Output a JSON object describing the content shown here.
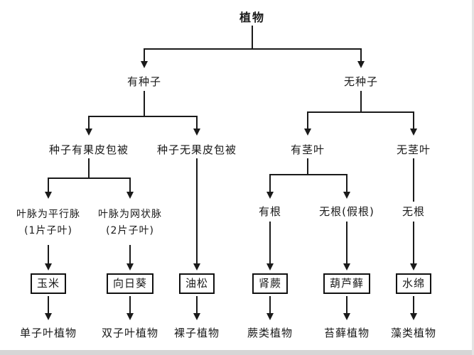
{
  "diagram": {
    "root": {
      "label": "植物"
    },
    "level2": [
      {
        "label": "有种子"
      },
      {
        "label": "无种子"
      }
    ],
    "level3": [
      {
        "label": "种子有果皮包被"
      },
      {
        "label": "种子无果皮包被"
      },
      {
        "label": "有茎叶"
      },
      {
        "label": "无茎叶"
      }
    ],
    "level4": [
      {
        "label": "叶脉为平行脉",
        "sub": "(1片子叶)"
      },
      {
        "label": "叶脉为网状脉",
        "sub": "(2片子叶)"
      },
      {
        "label": "有根"
      },
      {
        "label": "无根(假根)"
      },
      {
        "label": "无根"
      }
    ],
    "examples": [
      {
        "label": "玉米"
      },
      {
        "label": "向日葵"
      },
      {
        "label": "油松"
      },
      {
        "label": "肾蕨"
      },
      {
        "label": "葫芦藓"
      },
      {
        "label": "水绵"
      }
    ],
    "groups": [
      {
        "label": "单子叶植物"
      },
      {
        "label": "双子叶植物"
      },
      {
        "label": "裸子植物"
      },
      {
        "label": "蕨类植物"
      },
      {
        "label": "苔藓植物"
      },
      {
        "label": "藻类植物"
      }
    ],
    "colors": {
      "line": "#1a1a1a",
      "text": "#1a1a1a",
      "background": "#ffffff"
    }
  }
}
